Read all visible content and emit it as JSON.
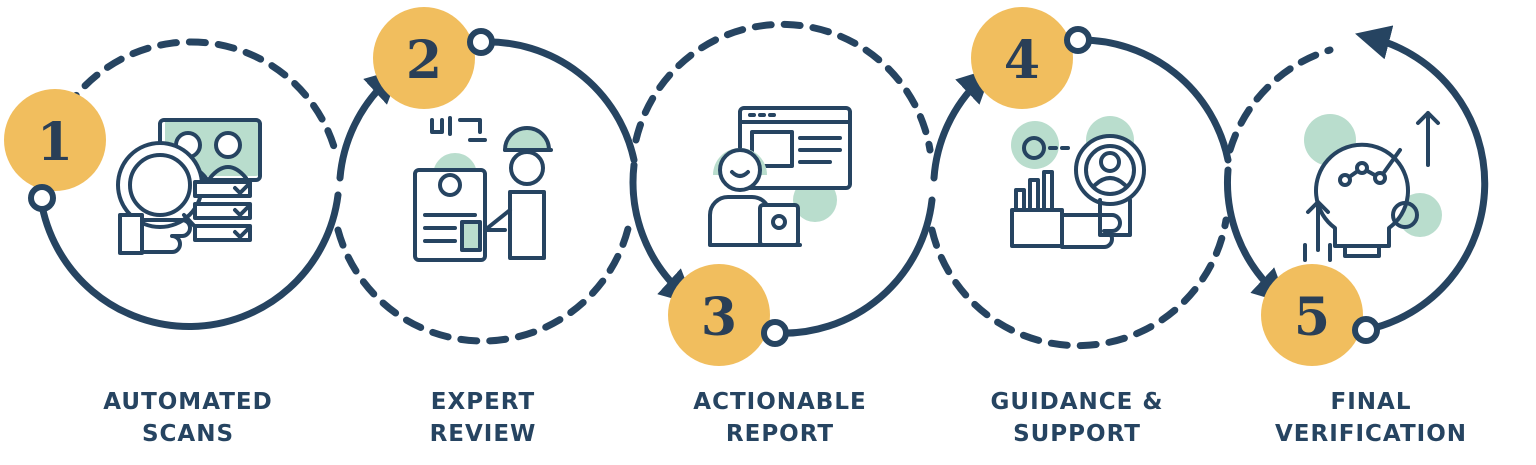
{
  "colors": {
    "navy": "#264461",
    "gold": "#F1BE5E",
    "mint": "#B9DDCD",
    "background": "#FFFFFF"
  },
  "steps": [
    {
      "number": "1",
      "title_line1": "AUTOMATED",
      "title_line2": "SCANS",
      "icon": "scan-checklist-magnifier-icon"
    },
    {
      "number": "2",
      "title_line1": "EXPERT",
      "title_line2": "REVIEW",
      "icon": "engineer-workstation-icon"
    },
    {
      "number": "3",
      "title_line1": "ACTIONABLE",
      "title_line2": "REPORT",
      "icon": "person-laptop-report-icon"
    },
    {
      "number": "4",
      "title_line1": "GUIDANCE &",
      "title_line2": "SUPPORT",
      "icon": "hand-magnifier-support-icon"
    },
    {
      "number": "5",
      "title_line1": "FINAL",
      "title_line2": "VERIFICATION",
      "icon": "lightbulb-growth-icon"
    }
  ]
}
